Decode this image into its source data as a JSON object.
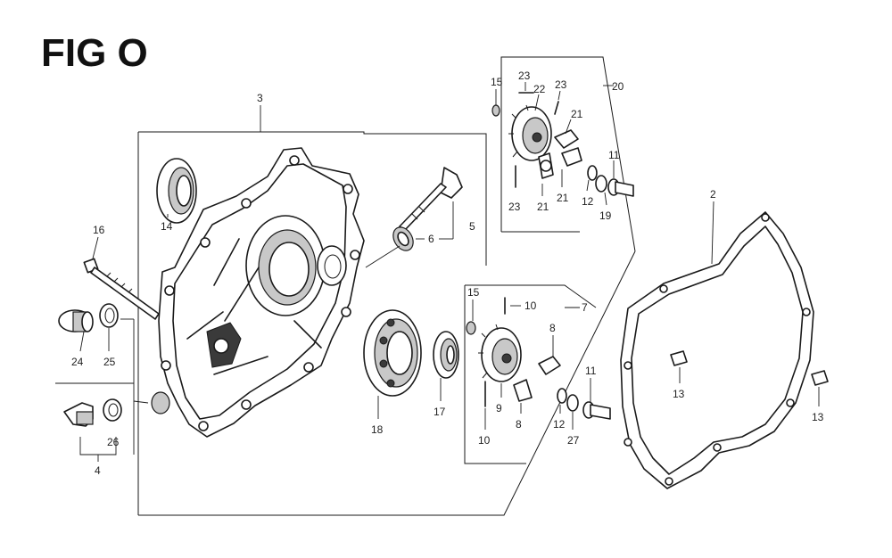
{
  "figure": {
    "title": "FIG O"
  },
  "callouts": [
    {
      "id": "c3",
      "text": "3"
    },
    {
      "id": "c14",
      "text": "14"
    },
    {
      "id": "c16",
      "text": "16"
    },
    {
      "id": "c5",
      "text": "5"
    },
    {
      "id": "c6",
      "text": "6"
    },
    {
      "id": "c24",
      "text": "24"
    },
    {
      "id": "c25",
      "text": "25"
    },
    {
      "id": "c26",
      "text": "26"
    },
    {
      "id": "c4",
      "text": "4"
    },
    {
      "id": "c18",
      "text": "18"
    },
    {
      "id": "c17",
      "text": "17"
    },
    {
      "id": "c15a",
      "text": "15"
    },
    {
      "id": "c23a",
      "text": "23"
    },
    {
      "id": "c22",
      "text": "22"
    },
    {
      "id": "c23b",
      "text": "23"
    },
    {
      "id": "c20",
      "text": "20"
    },
    {
      "id": "c21a",
      "text": "21"
    },
    {
      "id": "c23c",
      "text": "23"
    },
    {
      "id": "c21b",
      "text": "21"
    },
    {
      "id": "c21c",
      "text": "21"
    },
    {
      "id": "c11a",
      "text": "11"
    },
    {
      "id": "c12a",
      "text": "12"
    },
    {
      "id": "c19",
      "text": "19"
    },
    {
      "id": "c15b",
      "text": "15"
    },
    {
      "id": "c10a",
      "text": "10"
    },
    {
      "id": "c7",
      "text": "7"
    },
    {
      "id": "c8a",
      "text": "8"
    },
    {
      "id": "c9",
      "text": "9"
    },
    {
      "id": "c8b",
      "text": "8"
    },
    {
      "id": "c10b",
      "text": "10"
    },
    {
      "id": "c11b",
      "text": "11"
    },
    {
      "id": "c12b",
      "text": "12"
    },
    {
      "id": "c27",
      "text": "27"
    },
    {
      "id": "c2",
      "text": "2"
    },
    {
      "id": "c13a",
      "text": "13"
    },
    {
      "id": "c13b",
      "text": "13"
    }
  ]
}
